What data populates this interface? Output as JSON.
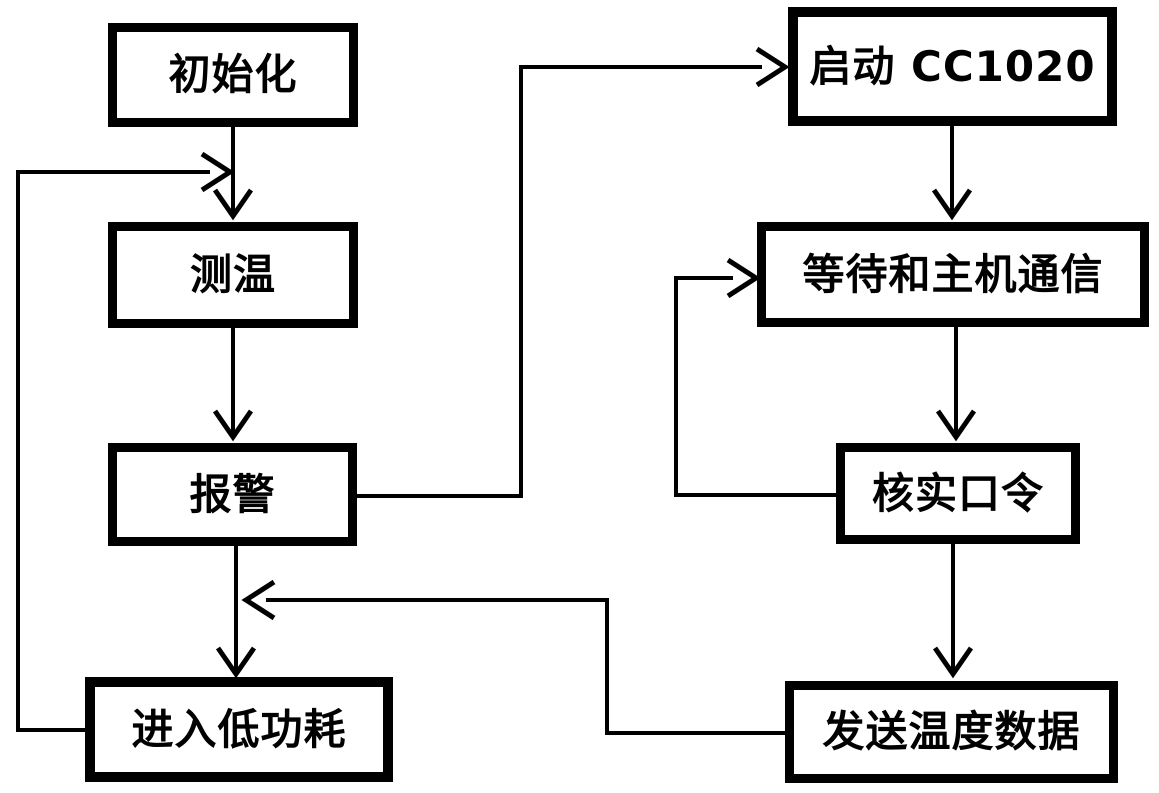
{
  "diagram": {
    "type": "flowchart",
    "background_color": "#ffffff",
    "line_color": "#000000",
    "box_fill": "#ffffff",
    "nodes": [
      {
        "id": "initialize",
        "label": "初始化"
      },
      {
        "id": "measure-temperature",
        "label": "测温"
      },
      {
        "id": "alarm",
        "label": "报警"
      },
      {
        "id": "enter-low-power",
        "label": "进入低功耗"
      },
      {
        "id": "start-cc1020",
        "label": "启动 CC1020"
      },
      {
        "id": "wait-host-communication",
        "label": "等待和主机通信"
      },
      {
        "id": "verify-password",
        "label": "核实口令"
      },
      {
        "id": "send-temperature-data",
        "label": "发送温度数据"
      }
    ],
    "edges": [
      {
        "from": "initialize",
        "to": "measure-temperature",
        "style": "straight-down"
      },
      {
        "from": "measure-temperature",
        "to": "alarm",
        "style": "straight-down"
      },
      {
        "from": "alarm",
        "to": "enter-low-power",
        "style": "straight-down"
      },
      {
        "from": "alarm",
        "to": "start-cc1020",
        "style": "right-up-right"
      },
      {
        "from": "start-cc1020",
        "to": "wait-host-communication",
        "style": "straight-down"
      },
      {
        "from": "wait-host-communication",
        "to": "verify-password",
        "style": "straight-down"
      },
      {
        "from": "verify-password",
        "to": "wait-host-communication",
        "style": "left-up-right loop-back"
      },
      {
        "from": "verify-password",
        "to": "send-temperature-data",
        "style": "straight-down"
      },
      {
        "from": "send-temperature-data",
        "to": "enter-low-power",
        "style": "left-up-left, joins alarm-to-enter-low-power line"
      },
      {
        "from": "enter-low-power",
        "to": "measure-temperature",
        "style": "left-up-right, joins initialize-to-measure line"
      }
    ]
  }
}
